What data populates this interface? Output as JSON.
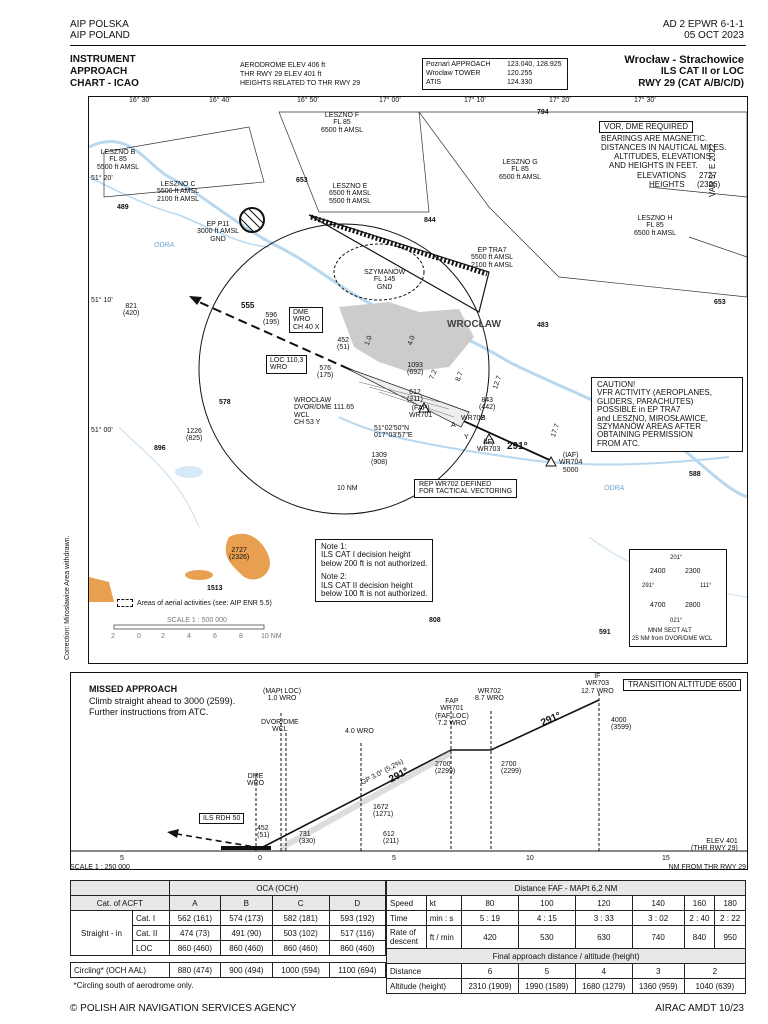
{
  "header": {
    "org1": "AIP POLSKA",
    "org2": "AIP POLAND",
    "page_id": "AD 2 EPWR 6-1-1",
    "date": "05 OCT 2023",
    "chart_type_l1": "INSTRUMENT",
    "chart_type_l2": "APPROACH",
    "chart_type_l3": "CHART - ICAO",
    "elev_l1": "AERODROME ELEV 406 ft",
    "elev_l2": "THR RWY 29 ELEV 401 ft",
    "elev_l3": "HEIGHTS RELATED TO THR RWY 29",
    "freqs": [
      {
        "name": "Poznań APPROACH",
        "value": "123.040, 128.925"
      },
      {
        "name": "Wrocław TOWER",
        "value": "120.255"
      },
      {
        "name": "ATIS",
        "value": "124.330"
      }
    ],
    "airport": "Wrocław - Strachowice",
    "proc": "ILS CAT II or LOC",
    "rwy": "RWY 29   (CAT A/B/C/D)"
  },
  "plan": {
    "lon_ticks": [
      "16° 30'",
      "16° 40'",
      "16° 50'",
      "17° 00'",
      "17° 10'",
      "17° 20'",
      "17° 30'"
    ],
    "lat_ticks": [
      "51° 20'",
      "51° 10'",
      "51° 00'"
    ],
    "vor_dme_required": "VOR, DME REQUIRED",
    "notes_block": [
      "BEARINGS ARE MAGNETIC.",
      "DISTANCES IN NAUTICAL MILES.",
      "ALTITUDES, ELEVATIONS",
      "AND HEIGHTS IN FEET."
    ],
    "elev_label": "ELEVATIONS",
    "elev_val": "2727",
    "heights_label": "HEIGHTS",
    "heights_val": "(2326)",
    "var": "VAR 5° E 2022",
    "areas": [
      {
        "name": "LESZNO F",
        "fl": "FL 85",
        "alt": "6500 ft AMSL"
      },
      {
        "name": "LESZNO B",
        "fl": "FL 85",
        "alt": "5500 ft AMSL"
      },
      {
        "name": "LESZNO C",
        "fl": "5500 ft AMSL",
        "alt": "2100 ft AMSL"
      },
      {
        "name": "LESZNO E",
        "fl": "6500 ft AMSL",
        "alt": "5500 ft AMSL"
      },
      {
        "name": "LESZNO G",
        "fl": "FL 85",
        "alt": "6500 ft AMSL"
      },
      {
        "name": "LESZNO H",
        "fl": "FL 85",
        "alt": "6500 ft AMSL"
      }
    ],
    "ep_p11": [
      "EP P11",
      "3000 ft AMSL",
      "GND"
    ],
    "ep_tra7": [
      "EP TRA7",
      "5500 ft AMSL",
      "2100 ft AMSL"
    ],
    "szymanow": [
      "SZYMANÓW",
      "FL 145",
      "GND"
    ],
    "city": "WROCŁAW",
    "river1": "ODRA",
    "river2": "ODRA",
    "spots": [
      "794",
      "653",
      "844",
      "489",
      "653",
      "483",
      "578",
      "896",
      "588",
      "808",
      "591",
      "1513"
    ],
    "obst_a": [
      "821",
      "(420)"
    ],
    "obst_b": [
      "1226",
      "(825)"
    ],
    "obst_c": [
      "1309",
      "(908)"
    ],
    "obst_d": [
      "596",
      "(195)"
    ],
    "obst_e": [
      "576",
      "(175)"
    ],
    "obst_f": [
      "612",
      "(211)"
    ],
    "obst_g": [
      "843",
      "(442)"
    ],
    "obst_h": [
      "452",
      "(51)"
    ],
    "obst_i": [
      "1093",
      "(692)"
    ],
    "obst_j": [
      "2727",
      "(2326)"
    ],
    "track_out": "555",
    "dme_box": [
      "DME",
      "WRO",
      "CH  40 X"
    ],
    "loc_box": [
      "LOC 110,3",
      "WRO"
    ],
    "dvor_block": [
      "WROCŁAW",
      "DVOR/DME 111.65",
      "WCL",
      "CH  53 Y"
    ],
    "coord": [
      "51°02'50\"N",
      "017°03'57\"E"
    ],
    "fixes": [
      "(FAP)",
      "WR701",
      "WR702",
      "(IF)",
      "WR703",
      "(IAF)",
      "WR704",
      "5000"
    ],
    "dme_marks": [
      "1.0",
      "WRO",
      "4.0",
      "WRO",
      "7.2",
      "WRO",
      "8.7",
      "WRO",
      "12.7",
      "WRO",
      "17.7",
      "WRO"
    ],
    "fix_letters": [
      "A",
      "B",
      "Y"
    ],
    "inbound": "291°",
    "ring": "10 NM",
    "rep_box": [
      "REP WR702 DEFINED",
      "FOR TACTICAL VECTORING"
    ],
    "caution": [
      "CAUTION!",
      "VFR ACTIVITY (AEROPLANES,",
      "GLIDERS, PARACHUTES)",
      "POSSIBLE in EP TRA7",
      "and LESZNO, MIROSŁAWICE,",
      "SZYMANÓW AREAS AFTER",
      "OBTAINING PERMISSION",
      "FROM ATC."
    ],
    "note1": [
      "Note 1:",
      "ILS CAT I decision height",
      "below 200 ft is not authorized."
    ],
    "note2": [
      "Note 2:",
      "ILS CAT II decision height",
      "below 100 ft is not authorized."
    ],
    "aerial": "Areas of aerial activities (see: AIP ENR 5.5)",
    "scale_label": "SCALE  1 : 500 000",
    "scale_ticks": [
      "2",
      "0",
      "2",
      "4",
      "6",
      "8",
      "10 NM"
    ],
    "msa": {
      "n": "2400",
      "ne": "2300",
      "sw": "4700",
      "se": "2800",
      "b1": "291°",
      "b2": "201°",
      "b3": "111°",
      "b4": "021°",
      "l1": "MNM SECT ALT",
      "l2": "25 NM from DVOR/DME WCL"
    },
    "side_note": "Correction: Mirosławice Area withdrawn."
  },
  "profile": {
    "missed_title": "MISSED APPROACH",
    "missed_l1": "Climb straight ahead to 3000 (2599).",
    "missed_l2": "Further instructions from ATC.",
    "trans": "TRANSITION ALTITUDE 6500",
    "mapt": [
      "(MAPt LOC)",
      "1.0 WRO"
    ],
    "dvor": [
      "DVOR/DME",
      "WCL"
    ],
    "wro4": "4.0 WRO",
    "fap": [
      "FAP",
      "WR701",
      "(FAF LOC)",
      "7.2 WRO"
    ],
    "wr702": [
      "WR702",
      "8.7 WRO"
    ],
    "if": [
      "IF",
      "WR703",
      "12.7 WRO"
    ],
    "alt4000": [
      "4000",
      "(3599)"
    ],
    "alt2700a": [
      "2700",
      "(2299)"
    ],
    "alt2700b": [
      "2700",
      "(2299)"
    ],
    "alt1672": [
      "1672",
      "(1271)"
    ],
    "alt731": [
      "731",
      "(330)"
    ],
    "alt612": [
      "612",
      "(211)"
    ],
    "alt452": [
      "452",
      "(51)"
    ],
    "gp": "GP 3.0° (5.2%)",
    "crs1": "291°",
    "crs2": "291°",
    "dme_wro": [
      "DME",
      "WRO"
    ],
    "ils_rdh": "ILS RDH 50",
    "elev401": [
      "ELEV 401",
      "(THR RWY 29)"
    ],
    "scale_label": "SCALE  1 : 250 000",
    "axis": [
      "5",
      "0",
      "5",
      "10",
      "15"
    ],
    "axis_unit": "NM FROM THR RWY 29"
  },
  "oca": {
    "title": "OCA (OCH)",
    "cat_label": "Cat. of ACFT",
    "cats": [
      "A",
      "B",
      "C",
      "D"
    ],
    "straight": "Straight - in",
    "rows": [
      {
        "name": "Cat. I",
        "vals": [
          "562 (161)",
          "574 (173)",
          "582 (181)",
          "593 (192)"
        ]
      },
      {
        "name": "Cat. II",
        "vals": [
          "474 (73)",
          "491 (90)",
          "503 (102)",
          "517 (116)"
        ]
      },
      {
        "name": "LOC",
        "vals": [
          "860 (460)",
          "860 (460)",
          "860 (460)",
          "860 (460)"
        ]
      }
    ],
    "circling_label": "Circling* (OCH AAL)",
    "circling": [
      "880 (474)",
      "900 (494)",
      "1000 (594)",
      "1100 (694)"
    ],
    "footnote": "*Circling south of aerodrome only."
  },
  "dist": {
    "title": "Distance FAF - MAPt 6,2 NM",
    "speed_label": "Speed",
    "speed_unit": "kt",
    "speeds": [
      "80",
      "100",
      "120",
      "140",
      "160",
      "180"
    ],
    "time_label": "Time",
    "time_unit": "min : s",
    "times": [
      "5 : 19",
      "4 : 15",
      "3 : 33",
      "3 : 02",
      "2 : 40",
      "2 : 22"
    ],
    "rod_label1": "Rate of",
    "rod_label2": "descent",
    "rod_unit": "ft / min",
    "rods": [
      "420",
      "530",
      "630",
      "740",
      "840",
      "950"
    ],
    "final_title": "Final approach distance / altitude (height)",
    "dist_label": "Distance",
    "dists": [
      "6",
      "5",
      "4",
      "3",
      "2"
    ],
    "alt_label": "Altitude (height)",
    "alts": [
      "2310 (1909)",
      "1990 (1589)",
      "1680 (1279)",
      "1360 (959)",
      "1040 (639)"
    ]
  },
  "footer": {
    "left": "© POLISH AIR NAVIGATION SERVICES AGENCY",
    "right": "AIRAC AMDT 10/23"
  }
}
